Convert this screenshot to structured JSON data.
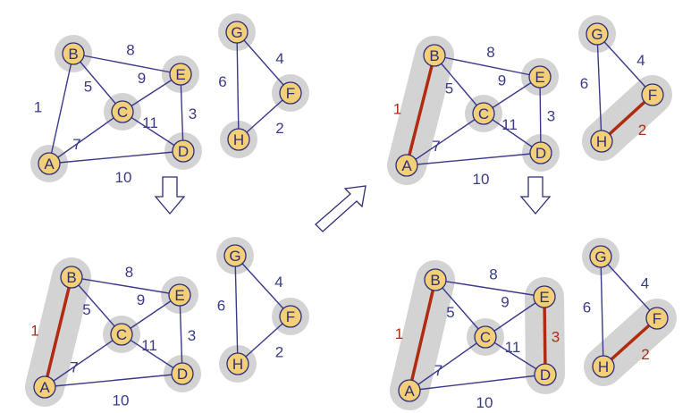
{
  "colors": {
    "node_fill": "#f3d077",
    "node_stroke": "#2e2e78",
    "edge": "#3a3a8c",
    "selected_edge": "#b12b10",
    "weight_text": "#3a3a8c",
    "selected_weight_text": "#b12b10",
    "cluster_shade": "#d3d3d3",
    "arrow": "#2e2e78"
  },
  "nodes": [
    "A",
    "B",
    "C",
    "D",
    "E",
    "F",
    "G",
    "H"
  ],
  "edges": [
    {
      "from": "A",
      "to": "B",
      "weight": "1"
    },
    {
      "from": "B",
      "to": "E",
      "weight": "8"
    },
    {
      "from": "B",
      "to": "C",
      "weight": "5"
    },
    {
      "from": "C",
      "to": "E",
      "weight": "9"
    },
    {
      "from": "C",
      "to": "D",
      "weight": "11"
    },
    {
      "from": "E",
      "to": "D",
      "weight": "3"
    },
    {
      "from": "A",
      "to": "C",
      "weight": "7"
    },
    {
      "from": "A",
      "to": "D",
      "weight": "10"
    },
    {
      "from": "G",
      "to": "F",
      "weight": "4"
    },
    {
      "from": "G",
      "to": "H",
      "weight": "6"
    },
    {
      "from": "H",
      "to": "F",
      "weight": "2"
    }
  ],
  "panels": [
    {
      "id": "top-left",
      "selected_edges": []
    },
    {
      "id": "top-right",
      "selected_edges": [
        "A-B",
        "H-F"
      ]
    },
    {
      "id": "bottom-left",
      "selected_edges": [
        "A-B"
      ]
    },
    {
      "id": "bottom-right",
      "selected_edges": [
        "A-B",
        "H-F",
        "E-D"
      ]
    }
  ],
  "arrows": [
    {
      "id": "arrow-down-left",
      "direction": "down"
    },
    {
      "id": "arrow-diagonal",
      "direction": "up-right"
    },
    {
      "id": "arrow-down-right",
      "direction": "down"
    }
  ]
}
